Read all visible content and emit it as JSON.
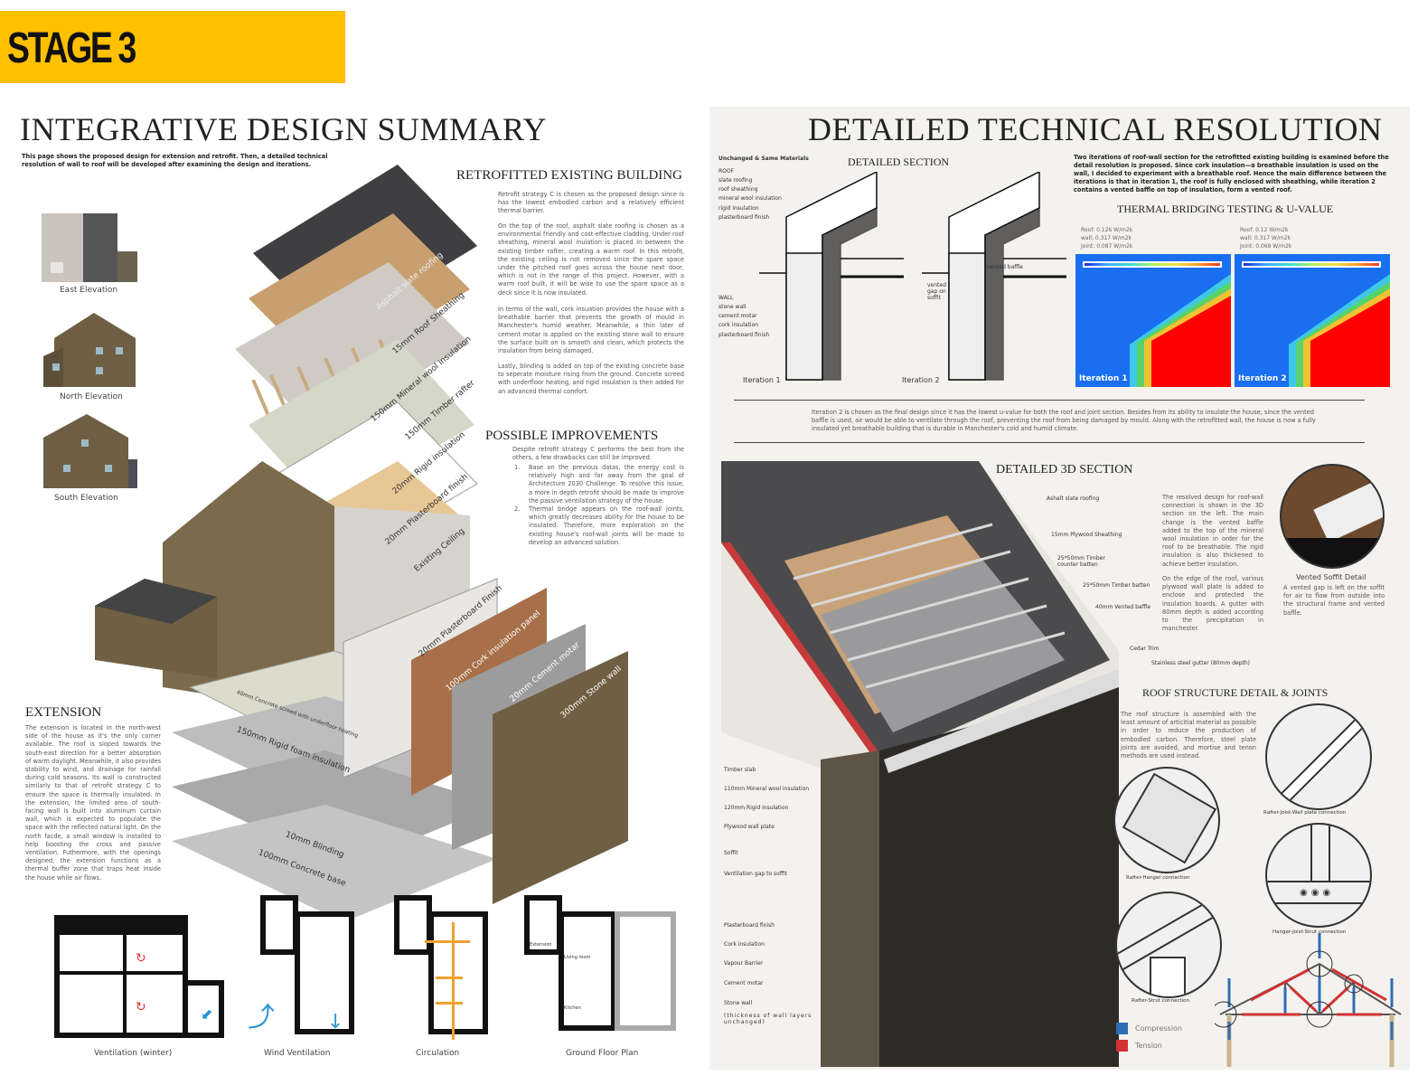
{
  "stage": {
    "label": "STAGE 3",
    "color": "#FFC000"
  },
  "left_page": {
    "title": "INTEGRATIVE DESIGN SUMMARY",
    "intro": "This page shows the proposed design for extension and retrofit. Then, a detailed technical resolution of wall to roof will be developed after examining the design and iterations.",
    "elevations": [
      {
        "label": "East Elevation"
      },
      {
        "label": "North Elevation"
      },
      {
        "label": "South Elevation"
      }
    ],
    "retrofit": {
      "heading": "RETROFITTED EXISTING BUILDING",
      "paragraphs": [
        "Retrofit strategy C is chosen as the proposed design since is has the lowest embodied carbon and a relatively efficient thermal barrier.",
        "On the top of the roof, asphalt slate roofing is chosen as a environmental friendly and cost-effective cladding. Under roof sheathing, mineral wool inulation is placed in between the existing timber rafter, creating a warm roof. In this retrofit, the existing ceiling is not removed since the spare space under the pitched roof goes across the house next door, which is not in the range of this project. However, with a warm roof built, it will be wise to use the spare space as a deck since it is now insulated.",
        "In terms of the wall, cork insuation provides the house with a breathable barrier that prevents the growth of mould in Manchester's humid weather. Meanwhile, a thin later of cement motar is applied on the existing stone wall to ensure the surface built on is smooth and clean, which protects the insulation from being damaged.",
        "Lastly, blinding is added on top of the existing concrete base to seperate moisture rising from the ground. Concrete screed with underfloor heating, and rigid insulation is then added for an advanced thermal comfort."
      ]
    },
    "improvements": {
      "heading": "POSSIBLE IMPROVEMENTS",
      "intro": "Despite retrofit strategy C performs the best from the others, a few drawbacks can still be improved:",
      "items": [
        {
          "num": "1.",
          "text": "Base on the previous datas, the energy cost is relatively high and far away from the goal of Architecture 2030 Challenge. To resolve this issue, a more in depth retrofit should be made to improve the passive ventilation strategy of the house."
        },
        {
          "num": "2.",
          "text": "Thermal bridge appears on the roof-wall joints, which greatly decreases ability for the house to be insulated. Therefore, more exploration on the existing house's roof-wall joints will be made to develop an advanced solution."
        }
      ]
    },
    "extension": {
      "heading": "EXTENSION",
      "text": "The extension is located in the north-west side of the house as it's the only corner available. The roof is sloped towards the south-east direction for a better absorption of warm daylight. Meanwhile, it also provides stability to wind, and drainage for rainfall during cold seasons. Its wall is constructed similarly to that of retrofit strategy C to ensure the space is thermally insulated. In the extension, the limited area of south-facing wall is built into aluminum curtain wall, which is expected to populate the space with the reflected natural light. On the north facde, a small window is installed to help boosting the cross and passive ventilation. Futhermore, with the openings designed, the extension functions as a thermal buffer zone that traps heat inside the house while air flows."
    },
    "roof_layers": [
      "Asphalt slate roofing",
      "15mm Roof Sheathing",
      "150mm Mineral wool insulation",
      "150mm Timber rafter",
      "20mm Rigid insulation",
      "20mm Plasterboard finish",
      "Existing Ceiling"
    ],
    "wall_layers": [
      "20mm Plasterboard Finish",
      "100mm Cork insulation panel",
      "20mm Cement motar",
      "300mm Stone wall"
    ],
    "floor_layers": [
      "40mm Concrete screed with underfloor heating",
      "150mm Rigid foam insulation",
      "10mm Blinding",
      "100mm Concrete base"
    ],
    "plans": [
      {
        "label": "Ventilation (winter)"
      },
      {
        "label": "Wind Ventilation"
      },
      {
        "label": "Circulation"
      },
      {
        "label": "Ground Floor Plan",
        "rooms": [
          "Extension",
          "Living room",
          "Kitchen"
        ]
      }
    ]
  },
  "right_page": {
    "title": "DETAILED TECHNICAL RESOLUTION",
    "detailed_section": {
      "heading": "DETAILED SECTION",
      "materials_heading": "Unchanged & Same Materials",
      "roof_heading": "ROOF",
      "roof_items": [
        "slate roofing",
        "roof sheathing",
        "mineral wool insulation",
        "rigid insulation",
        "plasterboard finish"
      ],
      "wall_heading": "WALL",
      "wall_items": [
        "stone wall",
        "cement motar",
        "cork insulation",
        "plasterboard finish"
      ],
      "iteration1": "Iteration 1",
      "iteration2": "Iteration 2",
      "vented_baffle": "vented baffle",
      "vented_gap": "vented gap on soffit"
    },
    "intro": "Two iterations of roof-wall section for the retrofitted existing building is examined before the detail resolution is proposed. Since cork insulation—a breathable insulation is used on the wall, I decided to experiment with a breathable roof. Hence the main difference between the iterations is that in iteration 1, the roof is fully enclosed with sheathing, while iteration 2 contains a vented baffle on top of insulation, form a vented roof.",
    "thermal": {
      "heading": "THERMAL BRIDGING TESTING & U-VALUE",
      "iterations": [
        {
          "label": "Iteration 1",
          "roof": "Roof: 0.126 W/m2k",
          "wall": "wall: 0.317 W/m2k",
          "joint": "Joint: 0.087 W/m2k"
        },
        {
          "label": "Iteration 2",
          "roof": "Roof: 0.12 W/m2k",
          "wall": "wall: 0.317 W/m2k",
          "joint": "Joint: 0.069 W/m2k"
        }
      ]
    },
    "conclusion": "Iteration 2 is chosen as the final design since it has the lowest u-value for both the roof and joint section. Besides from its ability to insulate the house, since the vented baffle is used, air would be able to ventilate through the roof, preventing the roof from being damaged by mould. Along with the retrofitted wall, the house is now a fully insulated yet breathable building that is durable in Manchester's cold and humid climate.",
    "section3d": {
      "heading": "DETAILED 3D SECTION",
      "roof_labels": [
        "Ashalt slate roofing",
        "15mm Plywood Sheathing",
        "25*50mm Timber counter batten",
        "25*50mm Timber batten",
        "40mm Vented baffle",
        "Cedar Trim",
        "Stainless steel gutter (80mm depth)"
      ],
      "left_labels": [
        "Timber slab",
        "110mm Mineral wool insulation",
        "120mm Rigid insulation",
        "Plywood wall plate",
        "Soffit",
        "Ventilation gap to soffit"
      ],
      "wall_labels": [
        "Plasterboard finish",
        "Cork insulation",
        "Vapour Barrier",
        "Cement motar",
        "Stone wall"
      ],
      "wall_note": "(thickness of wall layers unchanged)",
      "para1": "The resolved design for roof-wall connection is shown in the 3D section on the left. The main change is the vented baffle added to the top of the mineral wool insulation in order for the roof to be breathable. The rigid insulation is also thickened to achieve better insulation.",
      "para2": "On the edge of the roof, various plywood wall plate is added to enclose and protected the insulation boards. A gutter with 80mm depth is added according to the precipitation in manchester.",
      "soffit_title": "Vented Soffit Detail",
      "soffit_text": "A vented gap is left on the soffit for air to flow from outside into the structural frame and vented baffle."
    },
    "roof_structure": {
      "heading": "ROOF STRUCTURE DETAIL & JOINTS",
      "text": "The roof structure is assembled with the least amount of articitial material as possible in order to reduce the production of embodied carbon. Therefore, steel plate joints are avoided, and mortise and tenon methods are used instead.",
      "joints": [
        "Rafter-Joist-Wall plate connection",
        "Rafter-Hanger connection",
        "Hanger-Joist-Strut connection",
        "Rafter-Strut connection"
      ],
      "legend": [
        {
          "label": "Compression",
          "color": "#2f6db5"
        },
        {
          "label": "Tension",
          "color": "#d03232"
        }
      ]
    }
  }
}
